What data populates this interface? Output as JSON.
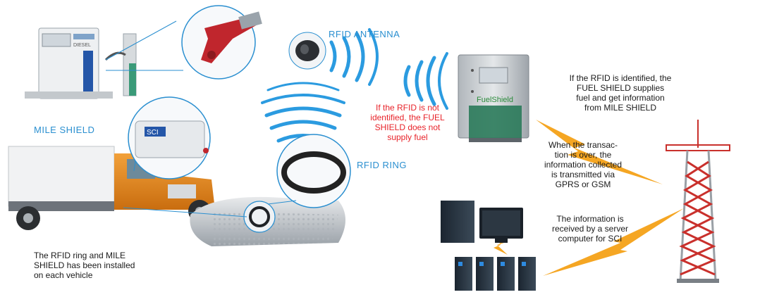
{
  "labels": {
    "rfid_antenna": "RFID ANTENNA",
    "mile_shield": "MILE SHIELD",
    "rfid_ring": "RFID RING",
    "not_identified": [
      "If the RFID is not",
      "identified, the FUEL",
      "SHIELD does not",
      "supply fuel"
    ],
    "identified": [
      "If the RFID is identified, the",
      "FUEL SHIELD supplies",
      "fuel and get information",
      "from MILE SHIELD"
    ],
    "transaction": [
      "When the transac-",
      "tion is over, the",
      "information collected",
      "is transmitted via",
      "GPRS or GSM"
    ],
    "server": [
      "The information is",
      "received by a server",
      "computer for SCI"
    ],
    "installed": [
      "The RFID ring and MILE",
      "SHIELD has been installed",
      "on each vehicle"
    ]
  },
  "device_text": {
    "pump_brand": "DIESEL",
    "mile_shield_logo": "SCI",
    "fuel_shield_logo": "FuelShield"
  },
  "colors": {
    "label_blue": "#2a8fd0",
    "warning_red": "#e8232a",
    "signal_blue": "#2b9be0",
    "lightning": "#f5a623",
    "tower_red": "#c9302c"
  }
}
